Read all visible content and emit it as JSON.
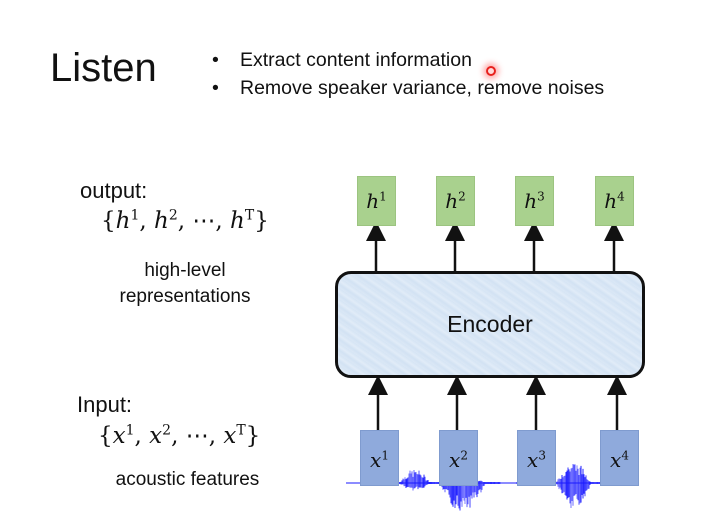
{
  "slide": {
    "title": "Listen",
    "bullets": [
      "Extract content information",
      "Remove speaker variance, remove noises"
    ]
  },
  "output_side": {
    "label": "output:",
    "set_open": "{",
    "set_close": "}",
    "set_terms": [
      {
        "base": "h",
        "sup": "1"
      },
      {
        "base": "h",
        "sup": "2"
      },
      {
        "base": "⋯",
        "sup": ""
      },
      {
        "base": "h",
        "sup": "T"
      }
    ],
    "description_line1": "high-level",
    "description_line2": "representations"
  },
  "input_side": {
    "label": "Input:",
    "set_open": "{",
    "set_close": "}",
    "set_terms": [
      {
        "base": "x",
        "sup": "1"
      },
      {
        "base": "x",
        "sup": "2"
      },
      {
        "base": "⋯",
        "sup": ""
      },
      {
        "base": "x",
        "sup": "T"
      }
    ],
    "description": "acoustic features"
  },
  "diagram": {
    "encoder_label": "Encoder",
    "outputs": [
      {
        "base": "h",
        "sup": "1"
      },
      {
        "base": "h",
        "sup": "2"
      },
      {
        "base": "h",
        "sup": "3"
      },
      {
        "base": "h",
        "sup": "4"
      }
    ],
    "inputs": [
      {
        "base": "x",
        "sup": "1"
      },
      {
        "base": "x",
        "sup": "2"
      },
      {
        "base": "x",
        "sup": "3"
      },
      {
        "base": "x",
        "sup": "4"
      }
    ],
    "colors": {
      "output_box": "#a9d18e",
      "input_box": "#8faadc",
      "encoder_fill": "#d9e6f5",
      "waveform": "#1a1aff",
      "arrow": "#111111",
      "pointer": "#e8201c"
    }
  }
}
